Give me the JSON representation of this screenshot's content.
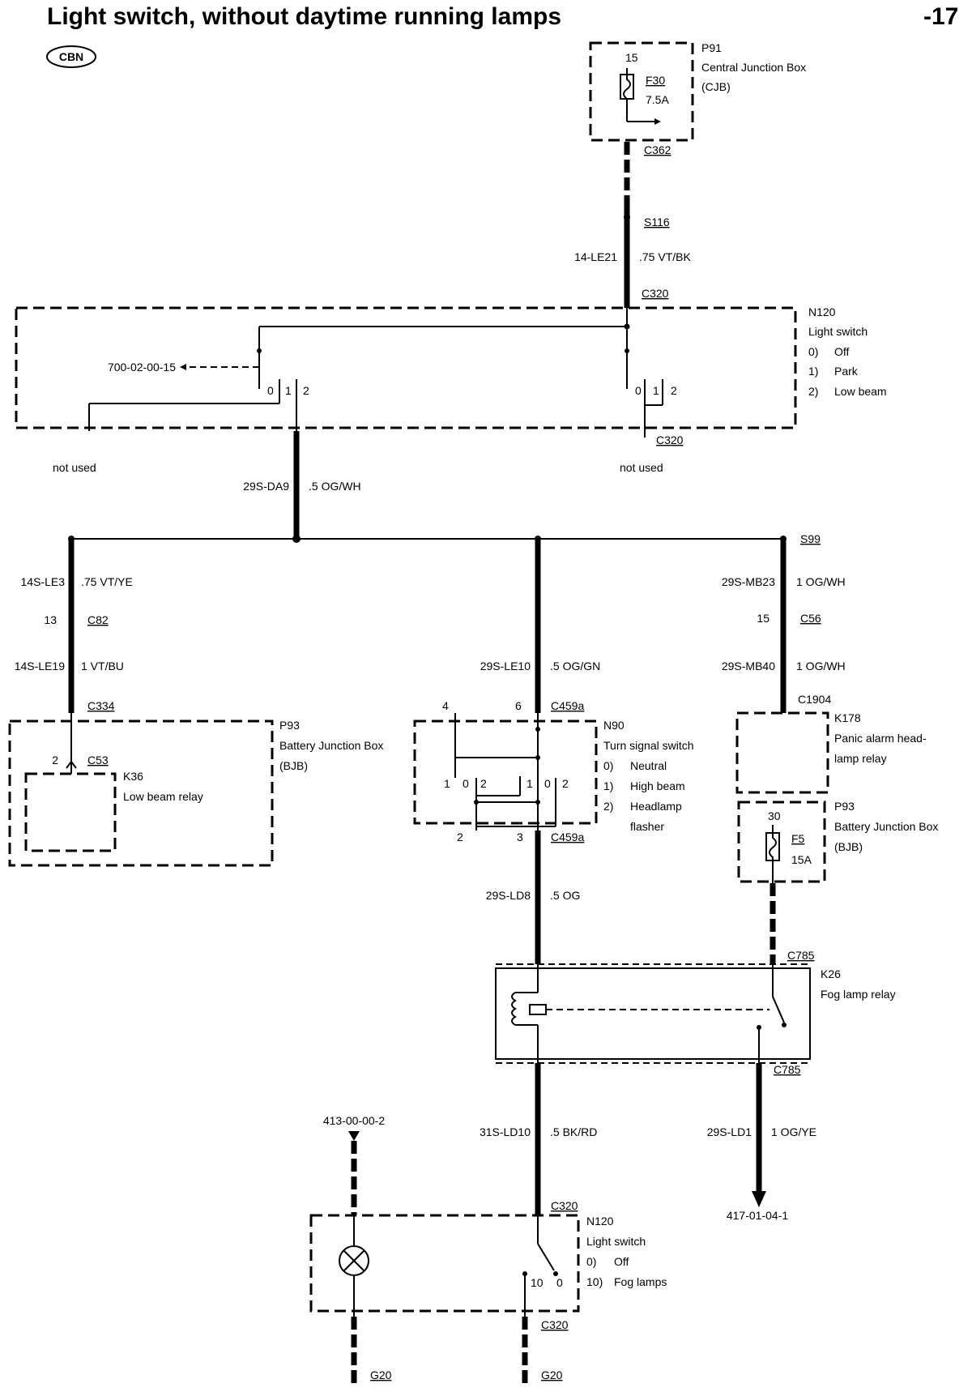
{
  "title": "Light switch, without daytime running lamps",
  "page_number": "-17",
  "logo": "CBN",
  "p91": {
    "id": "P91",
    "name": "Central Junction Box",
    "abbr": "(CJB)",
    "pin": "15",
    "fuse": "F30",
    "rating": "7.5A"
  },
  "c362": "C362",
  "s116": "S116",
  "w1": {
    "code": "14-LE21",
    "spec": ".75 VT/BK"
  },
  "c320_top": "C320",
  "n120": {
    "id": "N120",
    "name": "Light switch",
    "pos0": "0)",
    "pos0_label": "Off",
    "pos1": "1)",
    "pos1_label": "Park",
    "pos2": "2)",
    "pos2_label": "Low beam"
  },
  "ref_700": "700-02-00-15",
  "sw_pos": {
    "p0": "0",
    "p1": "1",
    "p2": "2"
  },
  "c320_mid": "C320",
  "not_used": "not used",
  "w2": {
    "code": "29S-DA9",
    "spec": ".5 OG/WH"
  },
  "s99": "S99",
  "w3": {
    "code": "14S-LE3",
    "spec": ".75 VT/YE"
  },
  "c82": {
    "pin": "13",
    "id": "C82"
  },
  "w4": {
    "code": "14S-LE19",
    "spec": "1 VT/BU"
  },
  "c334": "C334",
  "p93a": {
    "id": "P93",
    "name": "Battery Junction Box",
    "abbr": "(BJB)"
  },
  "c53": {
    "pin": "2",
    "id": "C53"
  },
  "k36": {
    "id": "K36",
    "name": "Low beam relay"
  },
  "w5": {
    "code": "29S-LE10",
    "spec": ".5 OG/GN"
  },
  "c459a_top": {
    "pin4": "4",
    "pin6": "6",
    "id": "C459a"
  },
  "n90": {
    "id": "N90",
    "name": "Turn signal switch",
    "pos0": "0)",
    "pos0_label": "Neutral",
    "pos1": "1)",
    "pos1_label": "High beam",
    "pos2": "2)",
    "pos2_label": "Headlamp",
    "pos2_label2": "flasher"
  },
  "c459a_bot": {
    "pin2": "2",
    "pin3": "3",
    "id": "C459a"
  },
  "w6": {
    "code": "29S-MB23",
    "spec": "1 OG/WH"
  },
  "c56": {
    "pin": "15",
    "id": "C56"
  },
  "w7": {
    "code": "29S-MB40",
    "spec": "1 OG/WH"
  },
  "c1904": "C1904",
  "k178": {
    "id": "K178",
    "name1": "Panic alarm head-",
    "name2": "lamp relay"
  },
  "p93b": {
    "id": "P93",
    "name": "Battery Junction Box",
    "abbr": "(BJB)",
    "pin": "30",
    "fuse": "F5",
    "rating": "15A"
  },
  "w8": {
    "code": "29S-LD8",
    "spec": ".5 OG"
  },
  "c785_top": "C785",
  "k26": {
    "id": "K26",
    "name": "Fog lamp relay"
  },
  "c785_bot": "C785",
  "ref_413": "413-00-00-2",
  "w9": {
    "code": "31S-LD10",
    "spec": ".5 BK/RD"
  },
  "w10": {
    "code": "29S-LD1",
    "spec": "1 OG/YE"
  },
  "ref_417": "417-01-04-1",
  "c320_low": "C320",
  "n120b": {
    "id": "N120",
    "name": "Light switch",
    "pos0": "0)",
    "pos0_label": "Off",
    "pos10": "10)",
    "pos10_label": "Fog lamps",
    "sw10": "10",
    "sw0": "0"
  },
  "c320_bot": "C320",
  "g20_a": "G20",
  "g20_b": "G20"
}
